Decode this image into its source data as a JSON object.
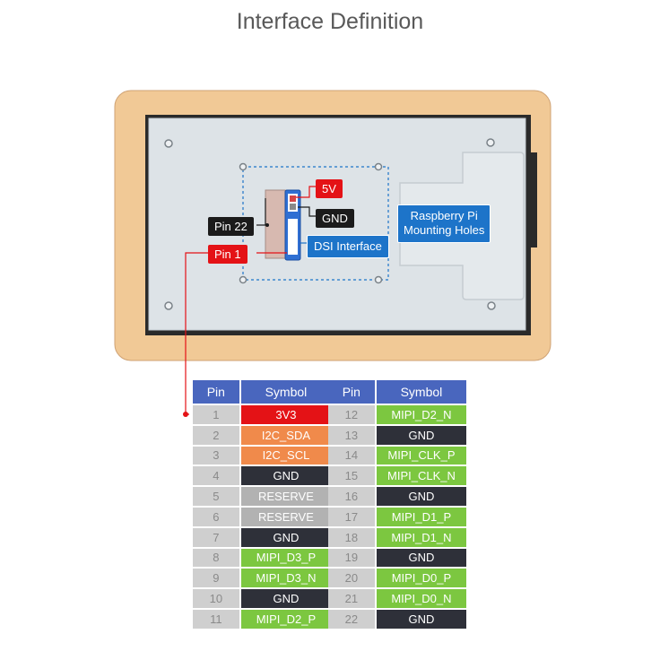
{
  "title": "Interface Definition",
  "callouts": {
    "v5": "5V",
    "gnd": "GND",
    "pin22": "Pin 22",
    "pin1": "Pin 1",
    "dsi": "DSI Interface",
    "rpi_line1": "Raspberry Pi",
    "rpi_line2": "Mounting Holes"
  },
  "colors": {
    "header": "#4966be",
    "red": "#e41216",
    "orange": "#f08a4b",
    "black": "#2e3039",
    "gray": "#b2b2b2",
    "green": "#7cc740",
    "pin_cell": "#cfcfcf",
    "bezel": "#f1c996"
  },
  "tables": {
    "left": {
      "header": [
        "Pin",
        "Symbol"
      ],
      "rows": [
        {
          "pin": "1",
          "symbol": "3V3",
          "color": "red"
        },
        {
          "pin": "2",
          "symbol": "I2C_SDA",
          "color": "orange"
        },
        {
          "pin": "3",
          "symbol": "I2C_SCL",
          "color": "orange"
        },
        {
          "pin": "4",
          "symbol": "GND",
          "color": "black"
        },
        {
          "pin": "5",
          "symbol": "RESERVE",
          "color": "gray"
        },
        {
          "pin": "6",
          "symbol": "RESERVE",
          "color": "gray"
        },
        {
          "pin": "7",
          "symbol": "GND",
          "color": "black"
        },
        {
          "pin": "8",
          "symbol": "MIPI_D3_P",
          "color": "green"
        },
        {
          "pin": "9",
          "symbol": "MIPI_D3_N",
          "color": "green"
        },
        {
          "pin": "10",
          "symbol": "GND",
          "color": "black"
        },
        {
          "pin": "11",
          "symbol": "MIPI_D2_P",
          "color": "green"
        }
      ]
    },
    "right": {
      "header": [
        "Pin",
        "Symbol"
      ],
      "rows": [
        {
          "pin": "12",
          "symbol": "MIPI_D2_N",
          "color": "green"
        },
        {
          "pin": "13",
          "symbol": "GND",
          "color": "black"
        },
        {
          "pin": "14",
          "symbol": "MIPI_CLK_P",
          "color": "green"
        },
        {
          "pin": "15",
          "symbol": "MIPI_CLK_N",
          "color": "green"
        },
        {
          "pin": "16",
          "symbol": "GND",
          "color": "black"
        },
        {
          "pin": "17",
          "symbol": "MIPI_D1_P",
          "color": "green"
        },
        {
          "pin": "18",
          "symbol": "MIPI_D1_N",
          "color": "green"
        },
        {
          "pin": "19",
          "symbol": "GND",
          "color": "black"
        },
        {
          "pin": "20",
          "symbol": "MIPI_D0_P",
          "color": "green"
        },
        {
          "pin": "21",
          "symbol": "MIPI_D0_N",
          "color": "green"
        },
        {
          "pin": "22",
          "symbol": "GND",
          "color": "black"
        }
      ]
    }
  }
}
